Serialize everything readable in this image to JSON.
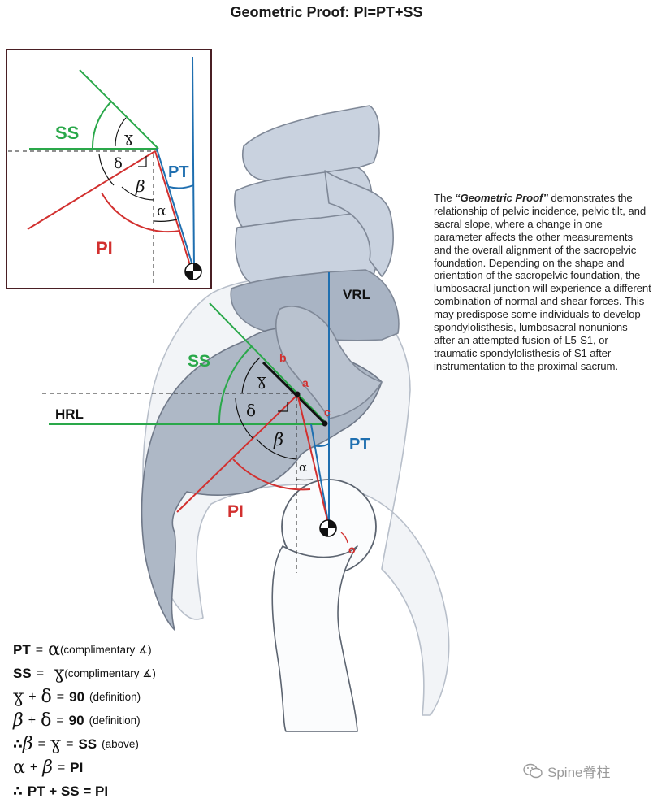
{
  "title": "Geometric Proof: PI=PT+SS",
  "inset": {
    "ss": "SS",
    "pt": "PT",
    "pi": "PI",
    "gamma": "ɣ",
    "delta": "δ",
    "beta": "β",
    "alpha": "α"
  },
  "main": {
    "ss": "SS",
    "hrl": "HRL",
    "vrl": "VRL",
    "pt": "PT",
    "pi": "PI",
    "gamma": "ɣ",
    "delta": "δ",
    "beta": "β",
    "alpha": "α",
    "point_a": "a",
    "point_b": "b",
    "point_c": "c",
    "point_o": "o"
  },
  "description": {
    "lead": "The ",
    "emph": "“Geometric Proof”",
    "body": " demonstrates the relationship of pelvic incidence, pelvic tilt, and sacral slope, where a change in one parameter affects the other measurements and the overall alignment of the sacropelvic foundation. Depending on the shape and orientation of the sacropelvic foundation, the lumbosacral junction will experience a different combination of normal and shear forces. This may predispose some individuals to develop spondylolisthesis, lumbosacral nonunions after an attempted fusion of L5-S1, or traumatic spondylolisthesis of S1 after instrumentation to the proximal sacrum."
  },
  "equations": {
    "r1_a": "PT",
    "r1_b": "=",
    "r1_c": "α",
    "r1_d": "(complimentary ∡)",
    "r2_a": "SS",
    "r2_b": "=",
    "r2_c": "ɣ",
    "r2_d": "(complimentary ∡)",
    "r3_a": "ɣ",
    "r3_b": "+",
    "r3_c": "δ",
    "r3_d": "=",
    "r3_e": "90",
    "r3_f": "(definition)",
    "r4_a": "β",
    "r4_b": "+",
    "r4_c": "δ",
    "r4_d": "=",
    "r4_e": "90",
    "r4_f": "(definition)",
    "r5_a": "∴",
    "r5_b": "β",
    "r5_c": "=",
    "r5_d": "ɣ",
    "r5_e": "=",
    "r5_f": "SS",
    "r5_g": "(above)",
    "r6_a": "α",
    "r6_b": "+",
    "r6_c": "β",
    "r6_d": "=",
    "r6_e": "PI",
    "r7_a": "∴",
    "r7_b": "PT + SS = PI"
  },
  "watermark": "Spine脊柱",
  "colors": {
    "green": "#2aa84a",
    "blue": "#1f6fb0",
    "red": "#d2302f",
    "bone_fill": "#c5cfdd",
    "bone_outline": "#8a94a3",
    "frame": "#4a1f24"
  }
}
